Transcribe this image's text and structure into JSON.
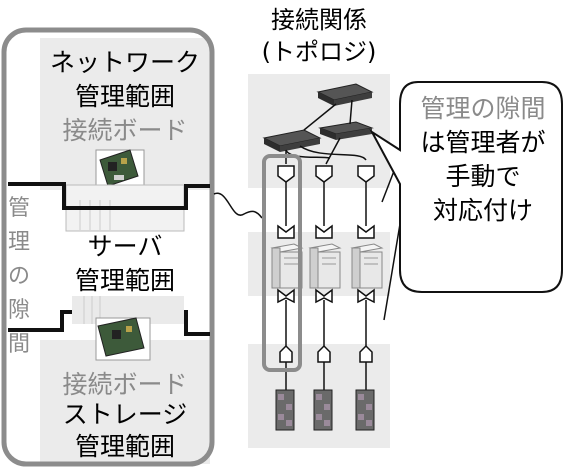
{
  "topology_title": {
    "line1": "接続関係",
    "line2": "(トポロジ)"
  },
  "left_panel": {
    "network_title_line1": "ネットワーク",
    "network_title_line2": "管理範囲",
    "network_board_label": "接続ボード",
    "gap_chars": [
      "管",
      "理",
      "の",
      "隙",
      "間"
    ],
    "server_title_line1": "サーバ",
    "server_title_line2": "管理範囲",
    "storage_board_label": "接続ボード",
    "storage_title_line1": "ストレージ",
    "storage_title_line2": "管理範囲"
  },
  "callout": {
    "line1": "管理の隙間",
    "line2": "は管理者が",
    "line3": "手動で",
    "line4": "対応付け"
  },
  "colors": {
    "panel_bg": "#ebebeb",
    "outline_grey": "#8c8c8c",
    "grey_text": "#8a8a8a",
    "line_black": "#000000"
  }
}
